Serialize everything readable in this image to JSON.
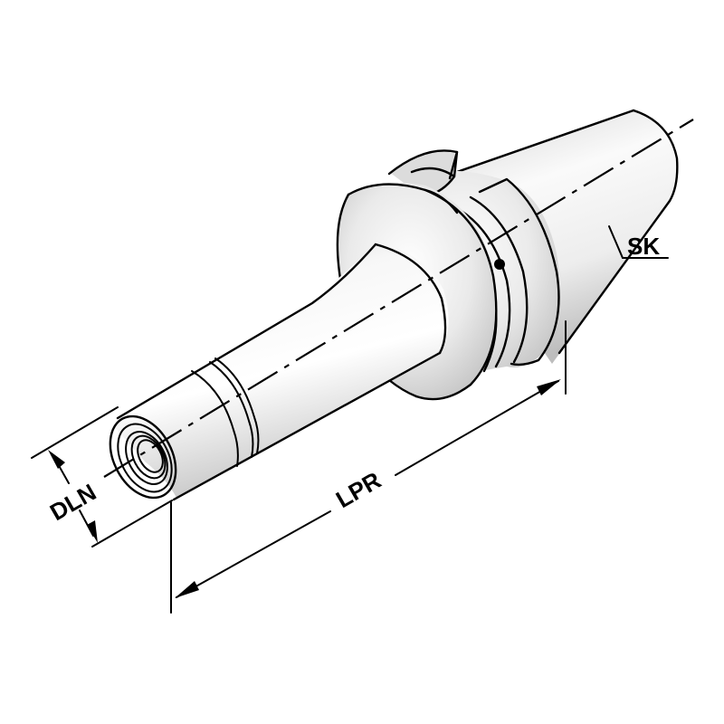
{
  "figure": {
    "subject": "Tool holder with steep taper shank",
    "colors": {
      "background": "#ffffff",
      "outline": "#000000",
      "metal_light": "#f4f4f4",
      "metal_mid": "#d9d9d9",
      "metal_dark": "#b5b5b5"
    }
  },
  "labels": {
    "taper": "SK",
    "diameter": "DLN",
    "length": "LPR"
  },
  "parts": [
    "threaded-bore-end",
    "cylindrical-shank",
    "groove-rings",
    "flange-collar",
    "drive-key",
    "orientation-dot",
    "steep-taper-cone",
    "center-axis"
  ]
}
